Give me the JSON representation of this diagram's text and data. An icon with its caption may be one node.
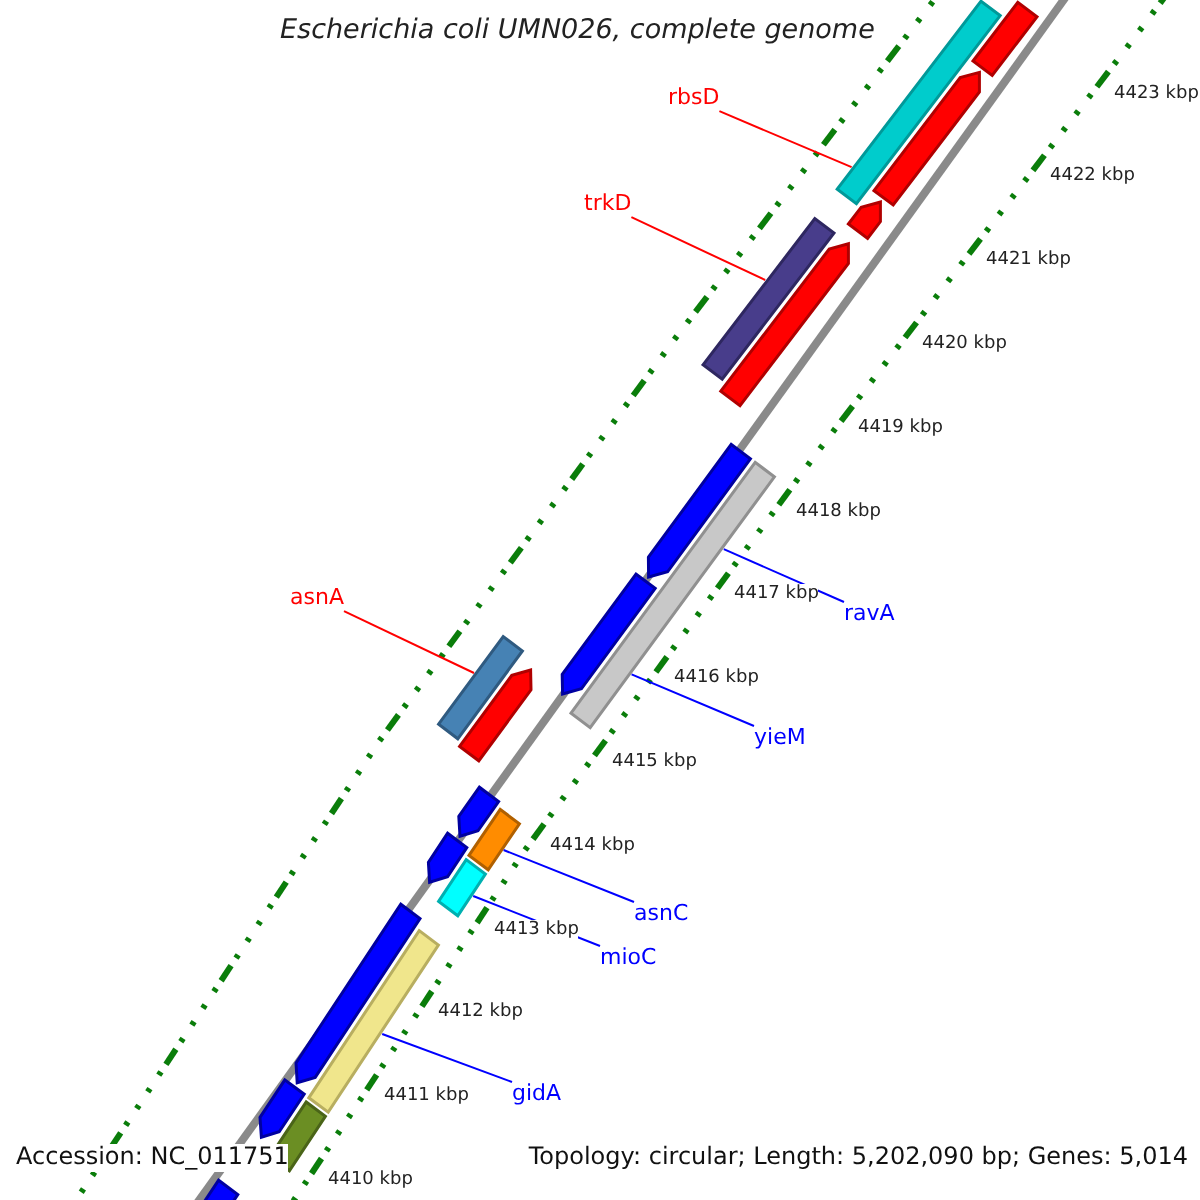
{
  "diagram": {
    "title": "Escherichia coli UMN026, complete genome",
    "nodes": [
      {
        "text": [
          "rbsD"
        ]
      },
      {
        "text": [
          "trkD"
        ]
      },
      {
        "text": [
          "asnA"
        ]
      },
      {
        "text": [
          "ravA"
        ]
      },
      {
        "text": [
          "yieM"
        ]
      },
      {
        "text": [
          "asnC"
        ]
      },
      {
        "text": [
          "mioC"
        ]
      },
      {
        "text": [
          "gidA"
        ]
      },
      {
        "text": [],
        "shape": "bar"
      },
      {
        "text": [],
        "shape": "bar"
      },
      {
        "text": [],
        "shape": "bar"
      },
      {
        "text": [],
        "shape": "bar"
      },
      {
        "text": [],
        "shape": "bar"
      },
      {
        "text": [],
        "shape": "bar"
      },
      {
        "text": [],
        "shape": "bar"
      },
      {
        "text": [],
        "shape": "bar"
      },
      {
        "text": [],
        "shape": "bar"
      },
      {
        "text": [],
        "shape": "bar"
      },
      {
        "text": [],
        "shape": "bar"
      },
      {
        "text": [],
        "shape": "bar"
      },
      {
        "text": [],
        "shape": "bar"
      },
      {
        "text": [],
        "shape": "bar"
      },
      {
        "text": [],
        "shape": "bar"
      },
      {
        "text": [],
        "shape": "bar"
      },
      {
        "text": [],
        "shape": "bar"
      },
      {
        "text": [],
        "shape": "bar"
      },
      {
        "text": [],
        "shape": "bar"
      },
      {
        "text": [],
        "shape": "bar"
      }
    ],
    "edges": [
      {
        "from": 0,
        "to": 8,
        "arrow": "none",
        "color": "#ff0000"
      },
      {
        "from": 1,
        "to": 12,
        "arrow": "none",
        "color": "#ff0000"
      },
      {
        "from": 2,
        "to": 17,
        "arrow": "none",
        "color": "#ff0000"
      },
      {
        "from": 3,
        "to": 15,
        "arrow": "none"
      },
      {
        "from": 4,
        "to": 15,
        "arrow": "none"
      },
      {
        "from": 5,
        "to": 20,
        "arrow": "none"
      },
      {
        "from": 6,
        "to": 22,
        "arrow": "none"
      },
      {
        "from": 7,
        "to": 24,
        "arrow": "none"
      }
    ],
    "labels": [
      "4423 kbp",
      "4422 kbp",
      "4421 kbp",
      "4420 kbp",
      "4419 kbp",
      "4418 kbp",
      "4417 kbp",
      "4416 kbp",
      "4415 kbp",
      "4414 kbp",
      "4413 kbp",
      "4412 kbp",
      "4411 kbp",
      "4410 kbp",
      "Accession: NC_011751",
      "Topology: circular; Length: 5,202,090 bp; Genes: 5,014"
    ]
  }
}
